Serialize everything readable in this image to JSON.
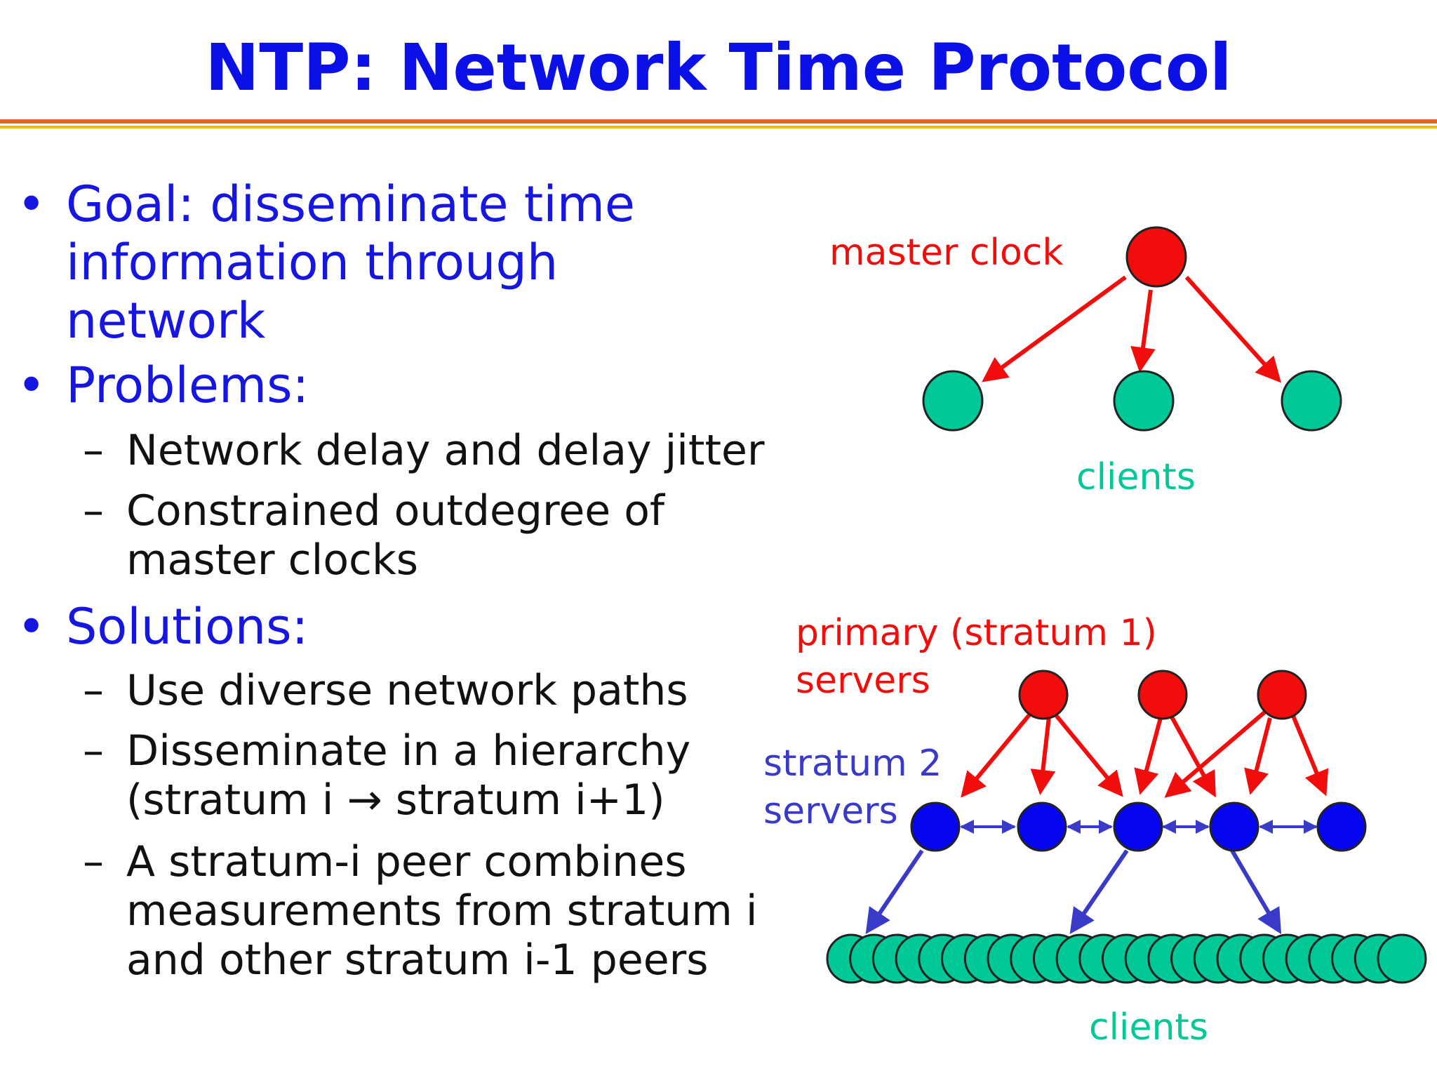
{
  "slide": {
    "title": "NTP: Network Time Protocol"
  },
  "bullets": {
    "goal": {
      "lines": [
        "Goal: disseminate time",
        "information through",
        "network"
      ]
    },
    "problems": {
      "label": "Problems:",
      "items": [
        {
          "lines": [
            "Network delay and delay jitter"
          ]
        },
        {
          "lines": [
            "Constrained outdegree of",
            "master clocks"
          ]
        }
      ]
    },
    "solutions": {
      "label": "Solutions:",
      "items": [
        {
          "lines": [
            "Use diverse network paths"
          ]
        },
        {
          "lines": [
            "Disseminate in a hierarchy",
            "(stratum i → stratum i+1)"
          ]
        },
        {
          "lines": [
            "A stratum-i peer combines",
            "measurements from stratum i",
            "and other stratum i-1 peers"
          ]
        }
      ]
    },
    "bullet_glyph": "•",
    "dash_glyph": "–"
  },
  "diagram_top": {
    "master_label": "master clock",
    "clients_label": "clients"
  },
  "diagram_bottom": {
    "primary_label_line1": "primary (stratum 1)",
    "primary_label_line2": "servers",
    "stratum2_label_line1": "stratum 2",
    "stratum2_label_line2": "servers",
    "clients_label": "clients",
    "primary_server_count": 3,
    "stratum2_server_count": 5,
    "client_count": 25
  },
  "colors": {
    "title": "#0a10e6",
    "bullet_text": "#1616e0",
    "sub_text": "#111111",
    "master": "#f20d0d",
    "client": "#00c896",
    "stratum2": "#0505f0",
    "stratum2_label": "#3a3ac8",
    "red_arrow": "#f20d0d",
    "blue_arrow": "#3a3ac8",
    "rule_orange": "#e8641e",
    "rule_yellow": "#f2b90f"
  }
}
